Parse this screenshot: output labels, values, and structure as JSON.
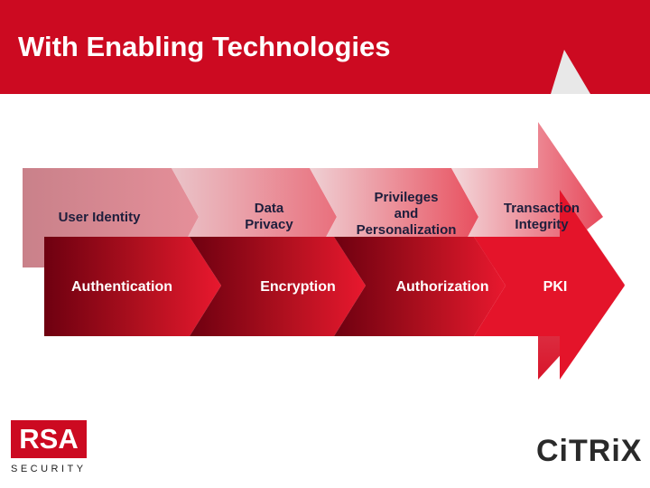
{
  "slide": {
    "title": "With Enabling Technologies"
  },
  "diagram": {
    "top_row": [
      {
        "lines": [
          "User Identity"
        ]
      },
      {
        "lines": [
          "Data",
          "Privacy"
        ]
      },
      {
        "lines": [
          "Privileges",
          "and",
          "Personalization"
        ]
      },
      {
        "lines": [
          "Transaction",
          "Integrity"
        ]
      }
    ],
    "bottom_row": [
      {
        "label": "Authentication"
      },
      {
        "label": "Encryption"
      },
      {
        "label": "Authorization"
      },
      {
        "label": "PKI"
      }
    ]
  },
  "logos": {
    "rsa_mark": "RSA",
    "rsa_sub": "SECURITY",
    "citrix_text": "CiTRiX"
  },
  "colors": {
    "header_red": "#cc0a21",
    "dark_red": "#7a0010",
    "bright_red": "#e8182e",
    "label_dark": "#1e1e3c"
  }
}
